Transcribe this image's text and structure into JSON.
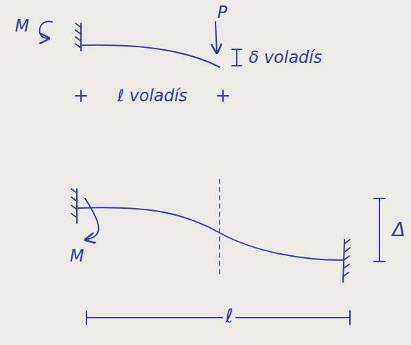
{
  "diagram": {
    "labels": [
      "M",
      "P",
      "δ voladís",
      "ℓ voladís",
      "M",
      "Δ",
      "ℓ"
    ]
  }
}
